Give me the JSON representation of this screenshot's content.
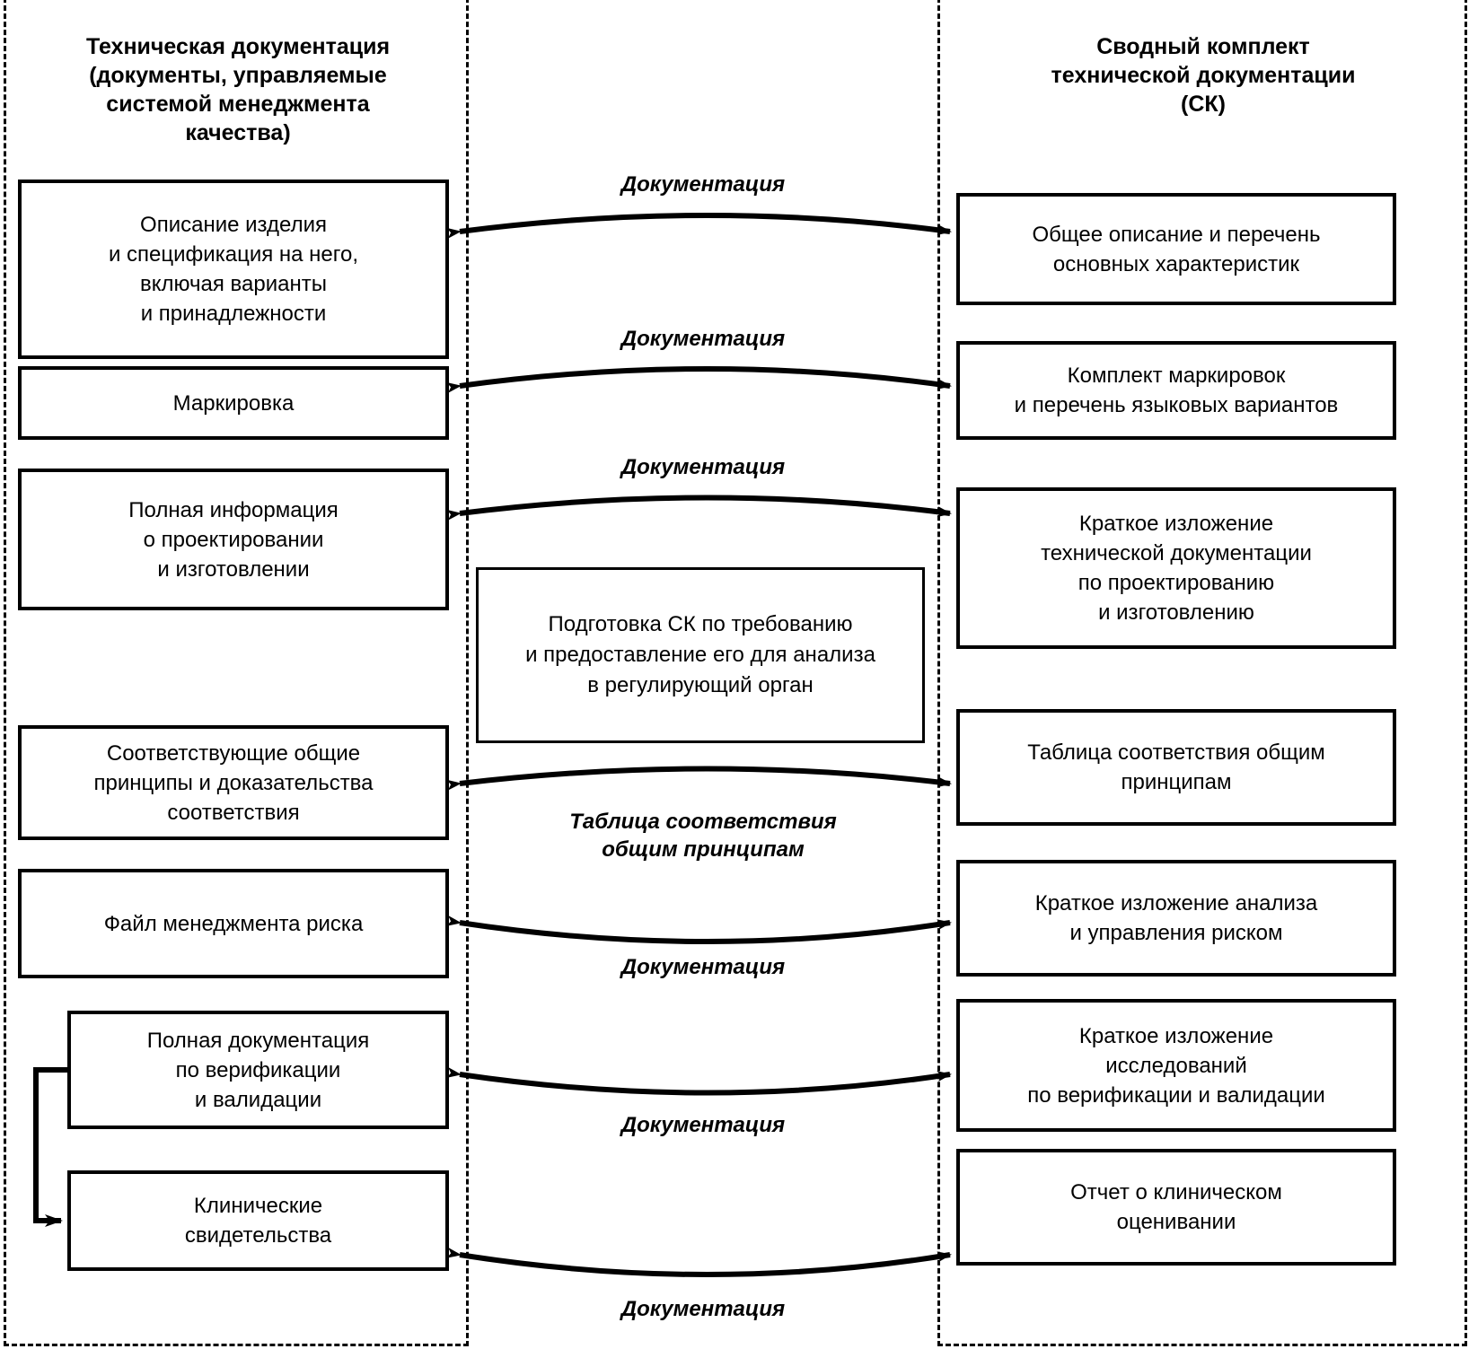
{
  "diagram": {
    "title_left": "Техническая документация\n(документы, управляемые\nсистемой менеджмента\nкачества)",
    "title_right": "Сводный комплект\nтехнической документации\n(СК)",
    "colors": {
      "stroke": "#000000",
      "background": "#ffffff"
    },
    "left_column": {
      "header": "Техническая документация (документы, управляемые системой менеджмента качества)",
      "header_lines": [
        "Техническая документация",
        "(документы, управляемые",
        "системой менеджмента",
        "качества)"
      ],
      "boxes": [
        {
          "id": "product-description",
          "lines": [
            "Описание изделия",
            "и спецификация на него,",
            "включая варианты",
            "и принадлежности"
          ]
        },
        {
          "id": "marking",
          "lines": [
            "Маркировка"
          ]
        },
        {
          "id": "design-manufacture-info",
          "lines": [
            "Полная информация",
            "о проектировании",
            "и изготовлении"
          ]
        },
        {
          "id": "general-principles",
          "lines": [
            "Соответствующие общие",
            "принципы и доказательства",
            "соответствия"
          ]
        },
        {
          "id": "risk-management-file",
          "lines": [
            "Файл менеджмента риска"
          ]
        },
        {
          "id": "verification-validation-docs",
          "lines": [
            "Полная документация",
            "по верификации",
            "и валидации"
          ]
        },
        {
          "id": "clinical-evidence",
          "lines": [
            "Клинические",
            "свидетельства"
          ]
        }
      ]
    },
    "right_column": {
      "header": "Сводный комплект технической документации (СК)",
      "header_lines": [
        "Сводный комплект",
        "технической документации",
        "(СК)"
      ],
      "boxes": [
        {
          "id": "general-description",
          "lines": [
            "Общее описание и перечень",
            "основных характеристик"
          ]
        },
        {
          "id": "marking-set",
          "lines": [
            "Комплект маркировок",
            "и перечень языковых вариантов"
          ]
        },
        {
          "id": "design-summary",
          "lines": [
            "Краткое изложение",
            "технической документации",
            "по проектированию",
            "и изготовлению"
          ]
        },
        {
          "id": "principles-table",
          "lines": [
            "Таблица соответствия общим",
            "принципам"
          ]
        },
        {
          "id": "risk-summary",
          "lines": [
            "Краткое изложение анализа",
            "и управления риском"
          ]
        },
        {
          "id": "verification-summary",
          "lines": [
            "Краткое изложение",
            "исследований",
            "по верификации и валидации"
          ]
        },
        {
          "id": "clinical-report",
          "lines": [
            "Отчет о клиническом",
            "оценивании"
          ]
        }
      ]
    },
    "middle_note": {
      "id": "sk-preparation-note",
      "lines": [
        "Подготовка СК по требованию",
        "и предоставление его для анализа",
        "в регулирующий орган"
      ]
    },
    "connectors": [
      {
        "id": "conn-1",
        "label": "Документация",
        "label_lines": [
          "Документация"
        ],
        "arrow": "double",
        "curve": "up"
      },
      {
        "id": "conn-2",
        "label": "Документация",
        "label_lines": [
          "Документация"
        ],
        "arrow": "double",
        "curve": "up"
      },
      {
        "id": "conn-3",
        "label": "Документация",
        "label_lines": [
          "Документация"
        ],
        "arrow": "double",
        "curve": "up"
      },
      {
        "id": "conn-4",
        "label": "Таблица соответствия общим принципам",
        "label_lines": [
          "Таблица соответствия",
          "общим принципам"
        ],
        "arrow": "double",
        "curve": "up"
      },
      {
        "id": "conn-5",
        "label": "Документация",
        "label_lines": [
          "Документация"
        ],
        "arrow": "double",
        "curve": "down"
      },
      {
        "id": "conn-6",
        "label": "Документация",
        "label_lines": [
          "Документация"
        ],
        "arrow": "double",
        "curve": "down"
      },
      {
        "id": "conn-7",
        "label": "Документация",
        "label_lines": [
          "Документация"
        ],
        "arrow": "double",
        "curve": "down"
      }
    ],
    "feedback_arrow": {
      "id": "verification-to-clinical",
      "from": "verification-validation-docs",
      "to": "clinical-evidence",
      "arrow": "single"
    }
  }
}
